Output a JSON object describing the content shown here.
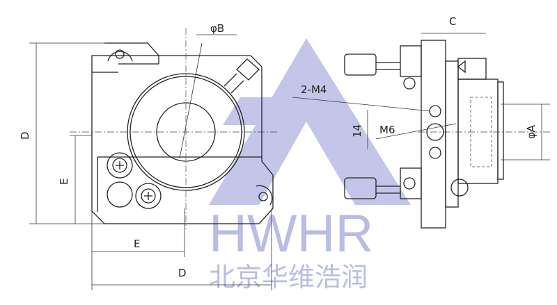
{
  "labels": {
    "phi_b": "φB",
    "c": "C",
    "two_m4": "2-M4",
    "fourteen": "14",
    "m6": "M6",
    "phi_a": "φA",
    "d_vertical": "D",
    "e_vertical": "E",
    "e_horizontal": "E",
    "d_horizontal": "D"
  },
  "watermark": {
    "brand": "HWHR",
    "company": "北京华维浩润",
    "color": "#b9bde3"
  }
}
